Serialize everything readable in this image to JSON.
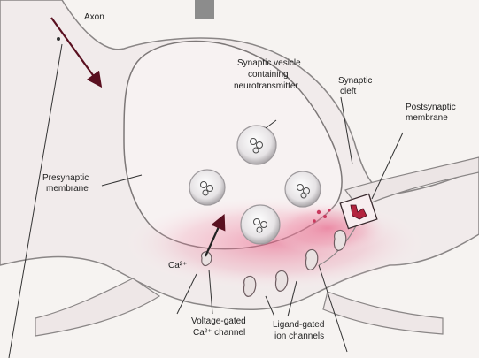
{
  "labels": {
    "axon": "Axon",
    "synaptic_vesicle": [
      "Synaptic vesicle",
      "containing",
      "neurotransmitter"
    ],
    "synaptic_cleft": [
      "Synaptic",
      "cleft"
    ],
    "postsynaptic_membrane": [
      "Postsynaptic",
      "membrane"
    ],
    "presynaptic_membrane": [
      "Presynaptic",
      "membrane"
    ],
    "ca_ion": "Ca²⁺",
    "voltage_gated_channel": [
      "Voltage-gated",
      "Ca²⁺ channel"
    ],
    "ligand_gated_channels": [
      "Ligand-gated",
      "ion channels"
    ]
  },
  "colors": {
    "background": "#f6f3f1",
    "membrane_fill": "#f3ecec",
    "membrane_outline": "#8a8686",
    "synaptic_glow": "#e85a82",
    "vesicle": "#c9c6c8",
    "text": "#1e1e1e",
    "arrow": "#5a1020"
  }
}
